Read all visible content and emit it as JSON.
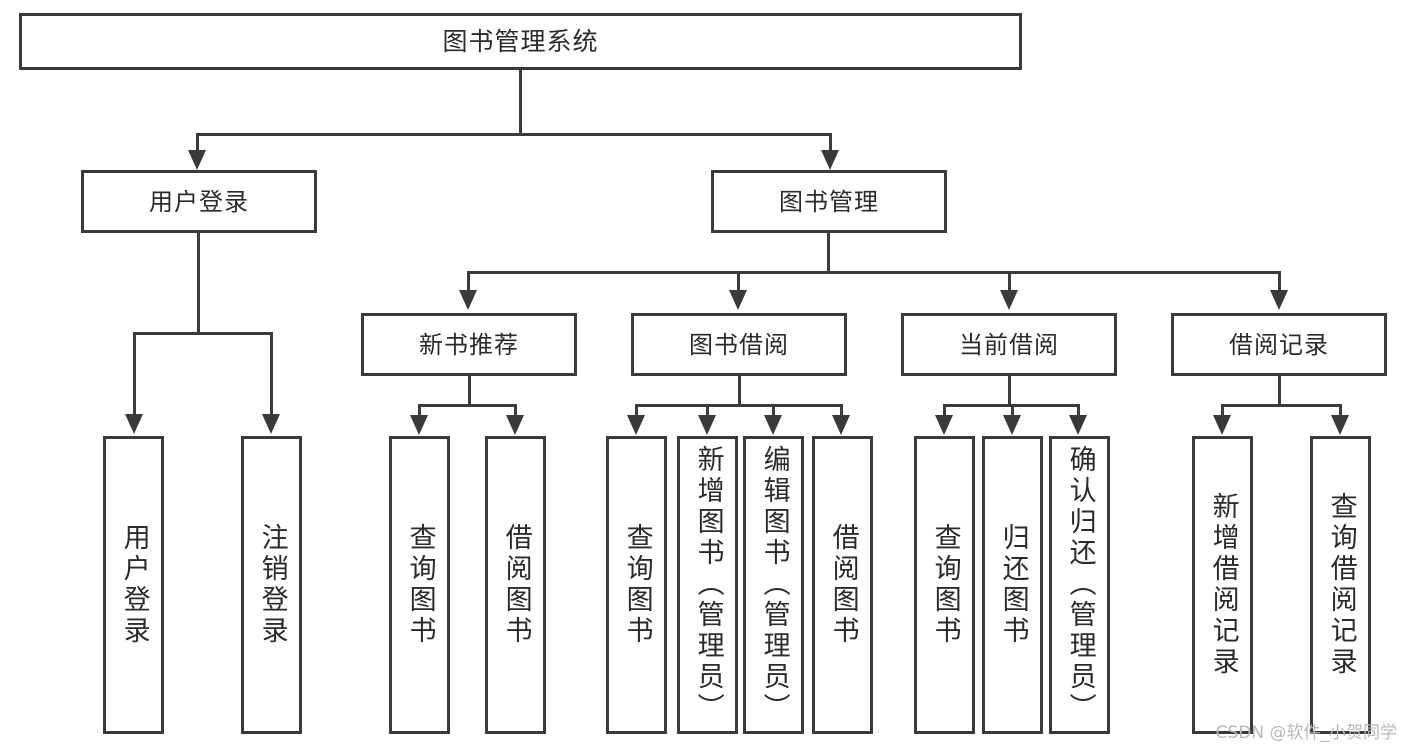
{
  "diagram": {
    "type": "tree-hierarchy",
    "title": "图书管理系统",
    "watermark": "CSDN @软件_小贺同学",
    "colors": {
      "background": "#ffffff",
      "stroke": "#3a3a3a",
      "text": "#2b2b2b",
      "watermark": "#b9b9b9"
    },
    "levels": {
      "root": "图书管理系统",
      "level2": [
        "用户登录",
        "图书管理"
      ],
      "level3": [
        "新书推荐",
        "图书借阅",
        "当前借阅",
        "借阅记录"
      ]
    },
    "nodes": {
      "root": {
        "label": "图书管理系统"
      },
      "user_login": {
        "label": "用户登录"
      },
      "book_manage": {
        "label": "图书管理"
      },
      "new_book_rec": {
        "label": "新书推荐"
      },
      "book_borrow": {
        "label": "图书借阅"
      },
      "current_borrow": {
        "label": "当前借阅"
      },
      "borrow_record": {
        "label": "借阅记录"
      },
      "leaf_user_login": {
        "label": "用户登录"
      },
      "leaf_logout": {
        "label": "注销登录"
      },
      "leaf_query_book_1": {
        "label": "查询图书"
      },
      "leaf_borrow_book_1": {
        "label": "借阅图书"
      },
      "leaf_query_book_2": {
        "label": "查询图书"
      },
      "leaf_add_book": {
        "label": "新增图书（管理员）"
      },
      "leaf_edit_book": {
        "label": "编辑图书（管理员）"
      },
      "leaf_borrow_book_2": {
        "label": "借阅图书"
      },
      "leaf_query_book_3": {
        "label": "查询图书"
      },
      "leaf_return_book": {
        "label": "归还图书"
      },
      "leaf_confirm_return": {
        "label": "确认归还（管理员）"
      },
      "leaf_add_record": {
        "label": "新增借阅记录"
      },
      "leaf_query_record": {
        "label": "查询借阅记录"
      }
    },
    "edges": [
      {
        "from": "图书管理系统",
        "to": "用户登录"
      },
      {
        "from": "图书管理系统",
        "to": "图书管理"
      },
      {
        "from": "用户登录",
        "to": "用户登录"
      },
      {
        "from": "用户登录",
        "to": "注销登录"
      },
      {
        "from": "图书管理",
        "to": "新书推荐"
      },
      {
        "from": "图书管理",
        "to": "图书借阅"
      },
      {
        "from": "图书管理",
        "to": "当前借阅"
      },
      {
        "from": "图书管理",
        "to": "借阅记录"
      },
      {
        "from": "新书推荐",
        "to": "查询图书"
      },
      {
        "from": "新书推荐",
        "to": "借阅图书"
      },
      {
        "from": "图书借阅",
        "to": "查询图书"
      },
      {
        "from": "图书借阅",
        "to": "新增图书（管理员）"
      },
      {
        "from": "图书借阅",
        "to": "编辑图书（管理员）"
      },
      {
        "from": "图书借阅",
        "to": "借阅图书"
      },
      {
        "from": "当前借阅",
        "to": "查询图书"
      },
      {
        "from": "当前借阅",
        "to": "归还图书"
      },
      {
        "from": "当前借阅",
        "to": "确认归还（管理员）"
      },
      {
        "from": "借阅记录",
        "to": "新增借阅记录"
      },
      {
        "from": "借阅记录",
        "to": "查询借阅记录"
      }
    ]
  }
}
